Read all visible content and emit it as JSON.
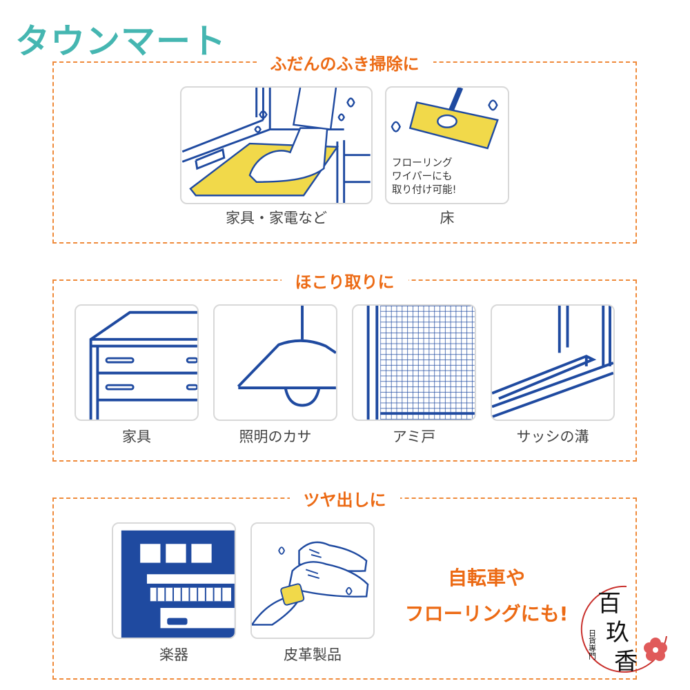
{
  "brand": "タウンマート",
  "sections": [
    {
      "title": "ふだんのふき掃除に",
      "items": [
        {
          "caption": "家具・家電など",
          "icon": "wiping-furniture-icon"
        },
        {
          "caption": "床",
          "icon": "floor-wiper-icon",
          "note_lines": [
            "フローリング",
            "ワイパーにも",
            "取り付け可能!"
          ]
        }
      ]
    },
    {
      "title": "ほこり取りに",
      "items": [
        {
          "caption": "家具",
          "icon": "chest-of-drawers-icon"
        },
        {
          "caption": "照明のカサ",
          "icon": "lamp-shade-icon"
        },
        {
          "caption": "アミ戸",
          "icon": "window-screen-icon"
        },
        {
          "caption": "サッシの溝",
          "icon": "sash-groove-icon"
        }
      ]
    },
    {
      "title": "ツヤ出しに",
      "items": [
        {
          "caption": "楽器",
          "icon": "piano-icon"
        },
        {
          "caption": "皮革製品",
          "icon": "leather-shoes-icon"
        }
      ],
      "callout_lines": [
        "自転車や",
        "フローリングにも!"
      ]
    }
  ],
  "seal": {
    "title": "百玖香",
    "subtitle": "日貨專門"
  },
  "colors": {
    "brand": "#45b6b1",
    "accent": "#ec6a14",
    "dash": "#ef8a3a",
    "illustration": "#1f4aa0",
    "cloth": "#f1d94a"
  }
}
